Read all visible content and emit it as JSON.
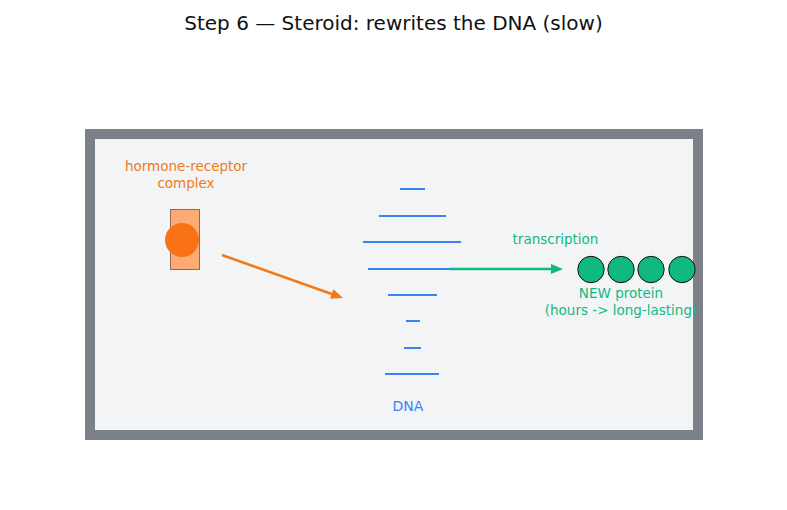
{
  "diagram": {
    "title": "Step 6  —  Steroid: rewrites the DNA (slow)",
    "nodes": [
      {
        "text": [
          "hormone-receptor complex"
        ]
      },
      {
        "text": [
          "DNA"
        ]
      },
      {
        "text": [
          "NEW protein",
          "(hours -> long-lasting)"
        ]
      }
    ],
    "edges": [
      {
        "from": 0,
        "to": 1,
        "arrow": "to"
      },
      {
        "from": 1,
        "to": 2,
        "label": "transcription",
        "arrow": "to"
      }
    ]
  }
}
